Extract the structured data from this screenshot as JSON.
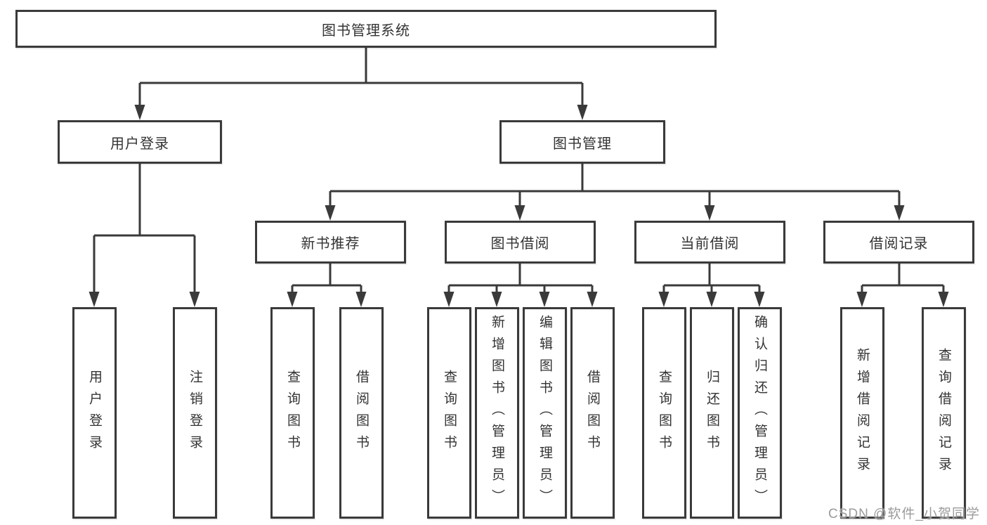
{
  "diagram": {
    "root": "图书管理系统",
    "branches": [
      {
        "label": "用户登录",
        "children": [
          "用户登录",
          "注销登录"
        ]
      },
      {
        "label": "图书管理",
        "sections": [
          {
            "label": "新书推荐",
            "children": [
              "查询图书",
              "借阅图书"
            ]
          },
          {
            "label": "图书借阅",
            "children": [
              "查询图书",
              "新增图书（管理员）",
              "编辑图书（管理员）",
              "借阅图书"
            ]
          },
          {
            "label": "当前借阅",
            "children": [
              "查询图书",
              "归还图书",
              "确认归还（管理员）"
            ]
          },
          {
            "label": "借阅记录",
            "children": [
              "新增借阅记录",
              "查询借阅记录"
            ]
          }
        ]
      }
    ]
  },
  "colors": {
    "line": "#3a3a3a",
    "text": "#333333",
    "watermark": "#9b9b9b",
    "background": "#ffffff"
  },
  "watermark": "CSDN @软件_小贺同学"
}
